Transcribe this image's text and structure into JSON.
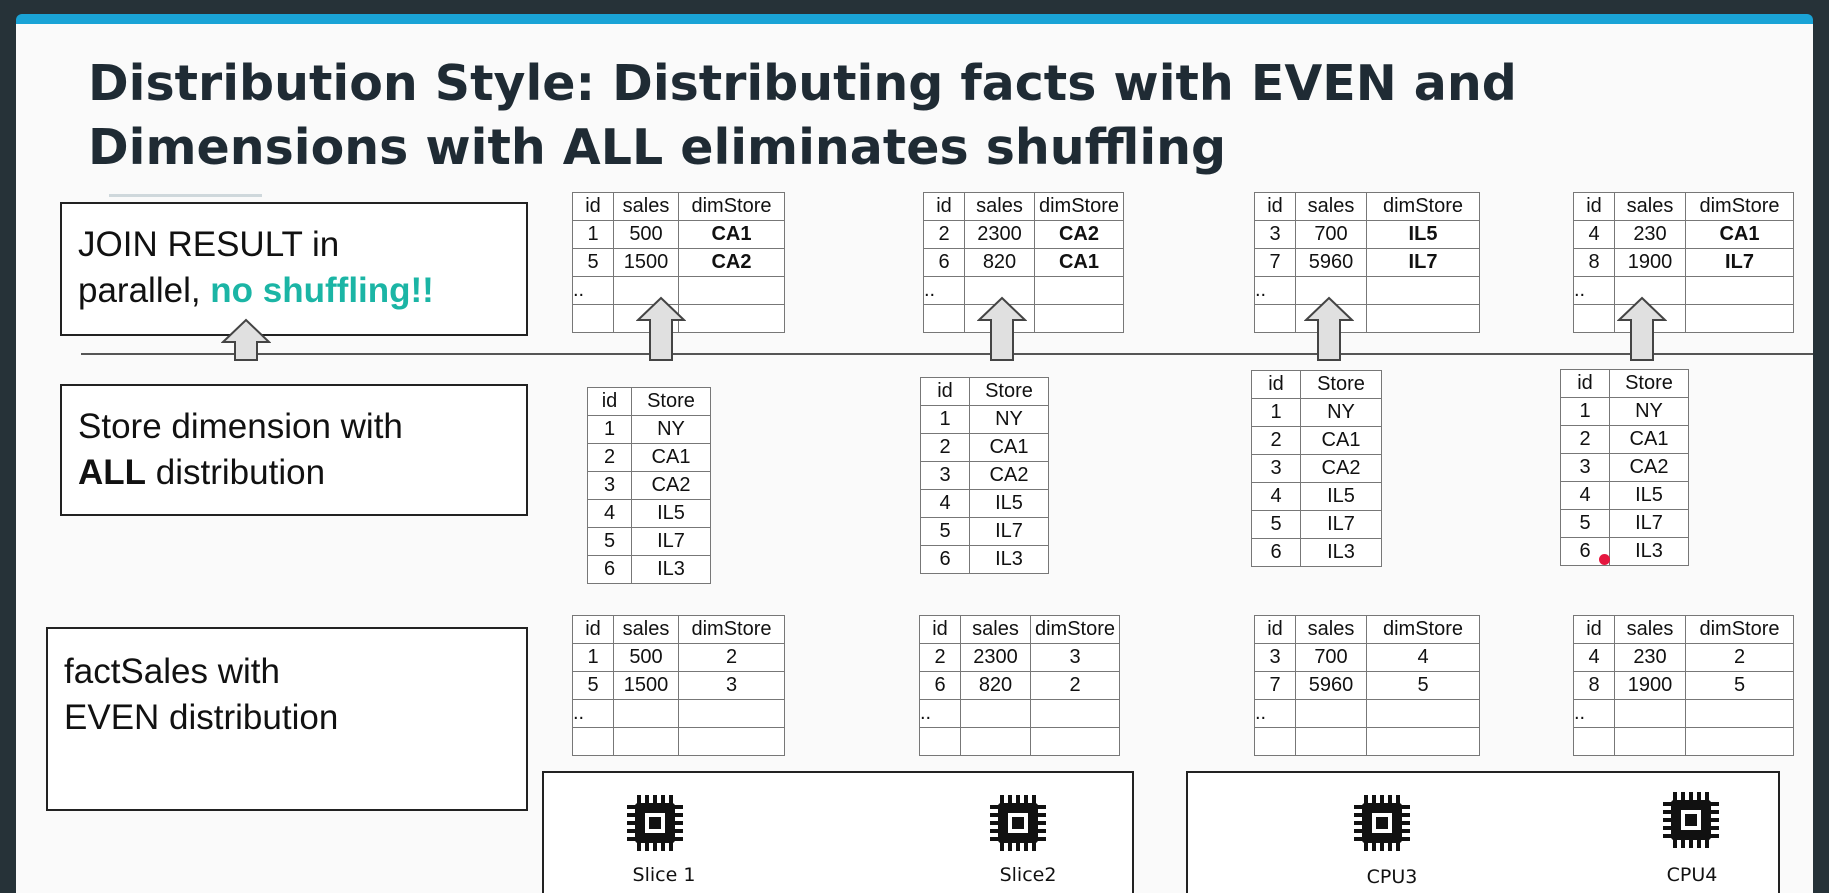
{
  "title": {
    "line1": "Distribution Style: Distributing facts with EVEN and",
    "line2": "Dimensions with ALL eliminates shuffling"
  },
  "labels": {
    "join_result": {
      "part1": "JOIN RESULT  in",
      "part2": "parallel, ",
      "highlight": "no shuffling!!"
    },
    "store_dim": {
      "part1": "Store dimension with",
      "bold": "ALL",
      "part2": " distribution"
    },
    "fact_sales": {
      "line1": "factSales with",
      "line2": "EVEN distribution"
    }
  },
  "colors": {
    "accent": "#1aa3d6",
    "highlight": "#1bb5a5",
    "pointer_dot": "#e5173f"
  },
  "join_tables": [
    {
      "headers": [
        "id",
        "sales",
        "dimStore"
      ],
      "rows": [
        [
          "1",
          "500",
          "CA1"
        ],
        [
          "5",
          "1500",
          "CA2"
        ],
        [
          "..",
          "",
          ""
        ],
        [
          "",
          "",
          ""
        ]
      ]
    },
    {
      "headers": [
        "id",
        "sales",
        "dimStore"
      ],
      "rows": [
        [
          "2",
          "2300",
          "CA2"
        ],
        [
          "6",
          "820",
          "CA1"
        ],
        [
          "..",
          "",
          ""
        ],
        [
          "",
          "",
          ""
        ]
      ]
    },
    {
      "headers": [
        "id",
        "sales",
        "dimStore"
      ],
      "rows": [
        [
          "3",
          "700",
          "IL5"
        ],
        [
          "7",
          "5960",
          "IL7"
        ],
        [
          "..",
          "",
          ""
        ],
        [
          "",
          "",
          ""
        ]
      ]
    },
    {
      "headers": [
        "id",
        "sales",
        "dimStore"
      ],
      "rows": [
        [
          "4",
          "230",
          "CA1"
        ],
        [
          "8",
          "1900",
          "IL7"
        ],
        [
          "..",
          "",
          ""
        ],
        [
          "",
          "",
          ""
        ]
      ]
    }
  ],
  "store_tables": [
    {
      "headers": [
        "id",
        "Store"
      ],
      "rows": [
        [
          "1",
          "NY"
        ],
        [
          "2",
          "CA1"
        ],
        [
          "3",
          "CA2"
        ],
        [
          "4",
          "IL5"
        ],
        [
          "5",
          "IL7"
        ],
        [
          "6",
          "IL3"
        ]
      ]
    },
    {
      "headers": [
        "id",
        "Store"
      ],
      "rows": [
        [
          "1",
          "NY"
        ],
        [
          "2",
          "CA1"
        ],
        [
          "3",
          "CA2"
        ],
        [
          "4",
          "IL5"
        ],
        [
          "5",
          "IL7"
        ],
        [
          "6",
          "IL3"
        ]
      ]
    },
    {
      "headers": [
        "id",
        "Store"
      ],
      "rows": [
        [
          "1",
          "NY"
        ],
        [
          "2",
          "CA1"
        ],
        [
          "3",
          "CA2"
        ],
        [
          "4",
          "IL5"
        ],
        [
          "5",
          "IL7"
        ],
        [
          "6",
          "IL3"
        ]
      ]
    },
    {
      "headers": [
        "id",
        "Store"
      ],
      "rows": [
        [
          "1",
          "NY"
        ],
        [
          "2",
          "CA1"
        ],
        [
          "3",
          "CA2"
        ],
        [
          "4",
          "IL5"
        ],
        [
          "5",
          "IL7"
        ],
        [
          "6",
          "IL3"
        ]
      ]
    }
  ],
  "fact_tables": [
    {
      "headers": [
        "id",
        "sales",
        "dimStore"
      ],
      "rows": [
        [
          "1",
          "500",
          "2"
        ],
        [
          "5",
          "1500",
          "3"
        ],
        [
          "..",
          "",
          ""
        ],
        [
          "",
          "",
          ""
        ]
      ]
    },
    {
      "headers": [
        "id",
        "sales",
        "dimStore"
      ],
      "rows": [
        [
          "2",
          "2300",
          "3"
        ],
        [
          "6",
          "820",
          "2"
        ],
        [
          "..",
          "",
          ""
        ],
        [
          "",
          "",
          ""
        ]
      ]
    },
    {
      "headers": [
        "id",
        "sales",
        "dimStore"
      ],
      "rows": [
        [
          "3",
          "700",
          "4"
        ],
        [
          "7",
          "5960",
          "5"
        ],
        [
          "..",
          "",
          ""
        ],
        [
          "",
          "",
          ""
        ]
      ]
    },
    {
      "headers": [
        "id",
        "sales",
        "dimStore"
      ],
      "rows": [
        [
          "4",
          "230",
          "2"
        ],
        [
          "8",
          "1900",
          "5"
        ],
        [
          "..",
          "",
          ""
        ],
        [
          "",
          "",
          ""
        ]
      ]
    }
  ],
  "processors": [
    {
      "label": "Slice 1",
      "icon": "cpu-chip-icon"
    },
    {
      "label": "Slice2",
      "icon": "cpu-chip-icon"
    },
    {
      "label": "CPU3",
      "icon": "cpu-chip-icon"
    },
    {
      "label": "CPU4",
      "icon": "cpu-chip-icon"
    }
  ]
}
